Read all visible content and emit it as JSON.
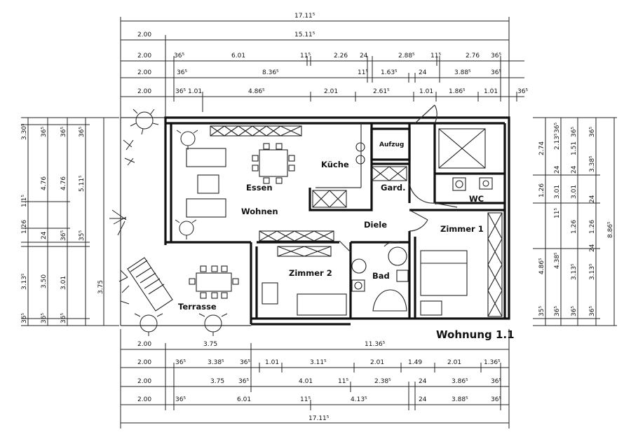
{
  "plan_title": "Wohnung 1.1",
  "rooms": {
    "kueche": "Küche",
    "aufzug": "Aufzug",
    "essen": "Essen",
    "wohnen": "Wohnen",
    "gard": "Gard.",
    "wc": "WC",
    "diele": "Diele",
    "zimmer1": "Zimmer 1",
    "zimmer2": "Zimmer 2",
    "bad": "Bad",
    "terrasse": "Terrasse"
  },
  "top_dims": {
    "total": "17.11⁵",
    "row2": [
      "2.00",
      "15.11⁵"
    ],
    "row3": [
      "2.00",
      "36⁵",
      "6.01",
      "11⁵",
      "2.26",
      "24",
      "2.88⁵",
      "11⁵",
      "2.76",
      "36⁵"
    ],
    "row4": [
      "2.00",
      "36⁵",
      "8.36⁵",
      "11⁵",
      "1.63⁵",
      "24",
      "3.88⁵",
      "36⁵"
    ],
    "row5": [
      "2.00",
      "36⁵",
      "1.01",
      "4.86⁵",
      "2.01",
      "2.61⁵",
      "1.01",
      "1.86⁵",
      "1.01",
      "36⁵"
    ]
  },
  "bottom_dims": {
    "row1": [
      "2.00",
      "3.75",
      "11.36⁵"
    ],
    "row2": [
      "2.00",
      "36⁵",
      "3.38⁵",
      "36⁵",
      "1.01",
      "3.11⁵",
      "2.01",
      "1.49",
      "2.01",
      "1.36⁵"
    ],
    "row3": [
      "2.00",
      "3.75",
      "36⁵",
      "4.01",
      "11⁵",
      "2.38⁵",
      "24",
      "3.86⁵",
      "36⁵"
    ],
    "row4": [
      "2.00",
      "36⁵",
      "6.01",
      "11⁵",
      "4.13⁵",
      "24",
      "3.88⁵",
      "36⁵"
    ],
    "total": "17.11⁵"
  },
  "left_dims": {
    "col1": [
      "3.30⁵",
      "1.1⁵",
      "1.26",
      "3.13⁵",
      "36⁵"
    ],
    "col2": [
      "36⁵",
      "4.76",
      "24",
      "3.50",
      "36⁵"
    ],
    "col3": [
      "36⁵",
      "4.76",
      "36⁵",
      "3.01",
      "36⁵"
    ],
    "col4": [
      "36⁵",
      "5.11⁵",
      "35⁵",
      "3.75"
    ]
  },
  "right_dims": {
    "col1": [
      "2.74",
      "1.26",
      "4.86⁵",
      "35⁵"
    ],
    "col2": [
      "2.13⁵",
      "36⁵",
      "24",
      "3.01",
      "11⁵",
      "4.38⁵",
      "36⁵"
    ],
    "col3": [
      "1.51",
      "36⁵",
      "24",
      "3.01",
      "1.26",
      "3.13⁵",
      "36⁵"
    ],
    "col4": [
      "36⁵",
      "3.38⁵",
      "24",
      "1.26",
      "24",
      "3.13⁵",
      "36⁵"
    ],
    "col5": [
      "8.86⁵"
    ]
  }
}
